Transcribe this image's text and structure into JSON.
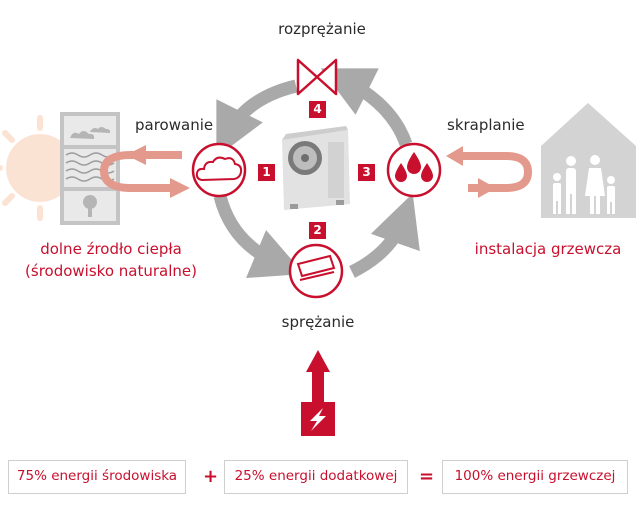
{
  "stages": {
    "expansion": "rozprężanie",
    "evaporation": "parowanie",
    "condensation": "skraplanie",
    "compression": "sprężanie"
  },
  "badges": [
    "1",
    "2",
    "3",
    "4"
  ],
  "source": {
    "line1": "dolne źrodło ciepła",
    "line2": "(środowisko naturalne)"
  },
  "sink": {
    "label": "instalacja grzewcza"
  },
  "equation": {
    "environment": "75% energii środowiska",
    "plus": "+",
    "additional": "25% energii dodatkowej",
    "equals": "=",
    "total": "100% energii grzewczej"
  },
  "colors": {
    "accent": "#c8102e",
    "cycle_arrow": "#a9a9a9",
    "flow_arrow": "#e39a8d",
    "icon_gray": "#c9c9c9"
  },
  "icons": {
    "expansion": "expansion-valve-icon",
    "evaporator": "cloud-icon",
    "condenser": "drops-icon",
    "compressor": "compressor-icon",
    "energy": "lightning-icon",
    "sun": "sun-icon",
    "house": "house-icon",
    "family": "family-icon",
    "heat_pump": "heat-pump-unit-icon"
  }
}
